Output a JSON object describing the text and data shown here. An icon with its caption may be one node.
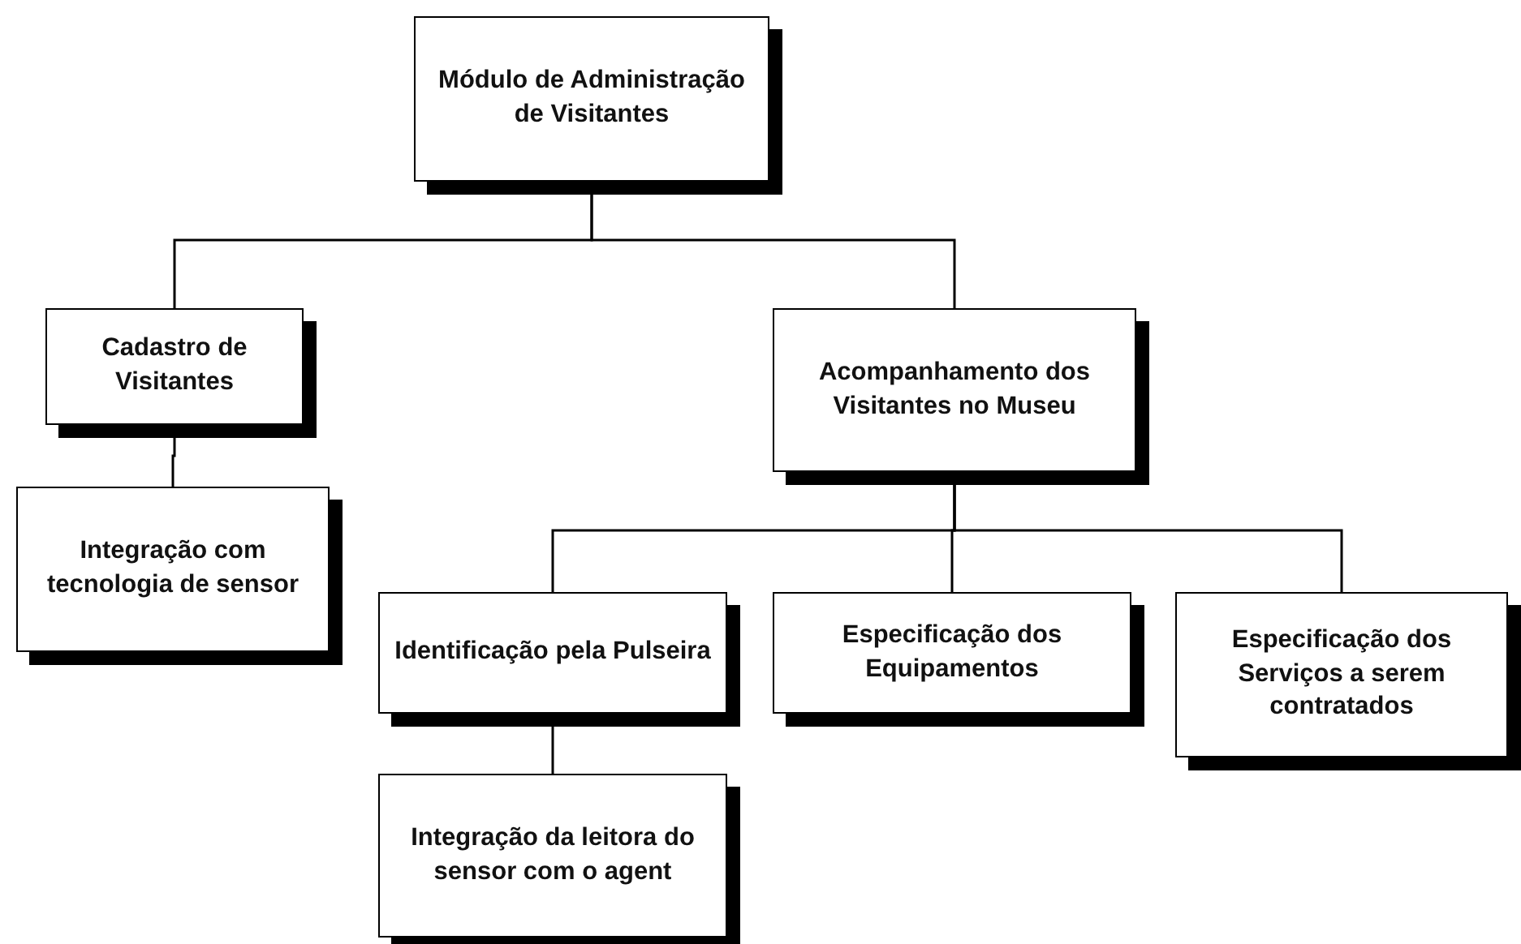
{
  "diagram": {
    "nodes": [
      {
        "text": [
          "Módulo de Administração de Visitantes"
        ]
      },
      {
        "text": [
          "Cadastro de Visitantes"
        ]
      },
      {
        "text": [
          "Acompanhamento dos Visitantes no Museu"
        ]
      },
      {
        "text": [
          "Integração com tecnologia de sensor"
        ]
      },
      {
        "text": [
          "Identificação pela Pulseira"
        ]
      },
      {
        "text": [
          "Especificação dos Equipamentos"
        ]
      },
      {
        "text": [
          "Especificação dos Serviços a serem contratados"
        ]
      },
      {
        "text": [
          "Integração da leitora do sensor com o agent"
        ]
      }
    ],
    "edges": [
      {
        "from": 0,
        "to": 1,
        "arrow": "none"
      },
      {
        "from": 0,
        "to": 2,
        "arrow": "none"
      },
      {
        "from": 1,
        "to": 3,
        "arrow": "none"
      },
      {
        "from": 2,
        "to": 4,
        "arrow": "none"
      },
      {
        "from": 2,
        "to": 5,
        "arrow": "none"
      },
      {
        "from": 2,
        "to": 6,
        "arrow": "none"
      },
      {
        "from": 4,
        "to": 7,
        "arrow": "none"
      }
    ]
  }
}
